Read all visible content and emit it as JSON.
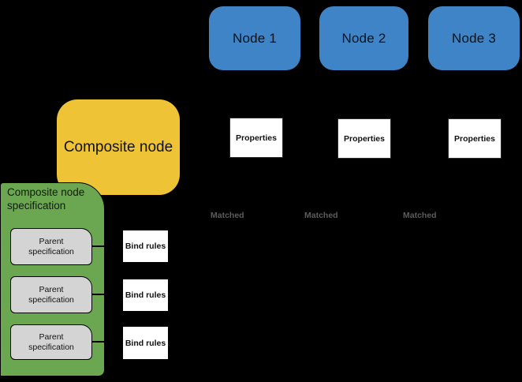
{
  "colors": {
    "background": "#000000",
    "node_blue": "#3e84c6",
    "composite_yellow": "#efc336",
    "spec_green": "#6aa750",
    "parent_gray": "#d4d4d4",
    "box_white": "#ffffff",
    "matched_gray": "#5c5c5c"
  },
  "nodes": [
    {
      "label": "Node 1"
    },
    {
      "label": "Node 2"
    },
    {
      "label": "Node 3"
    }
  ],
  "composite_node": {
    "label": "Composite node"
  },
  "spec": {
    "title": "Composite node specification",
    "parents": [
      {
        "label": "Parent specification"
      },
      {
        "label": "Parent specification"
      },
      {
        "label": "Parent specification"
      }
    ]
  },
  "bind_rules": [
    {
      "label": "Bind rules"
    },
    {
      "label": "Bind rules"
    },
    {
      "label": "Bind rules"
    }
  ],
  "properties": [
    {
      "label": "Properties"
    },
    {
      "label": "Properties"
    },
    {
      "label": "Properties"
    }
  ],
  "matched_labels": [
    {
      "label": "Matched"
    },
    {
      "label": "Matched"
    },
    {
      "label": "Matched"
    }
  ]
}
